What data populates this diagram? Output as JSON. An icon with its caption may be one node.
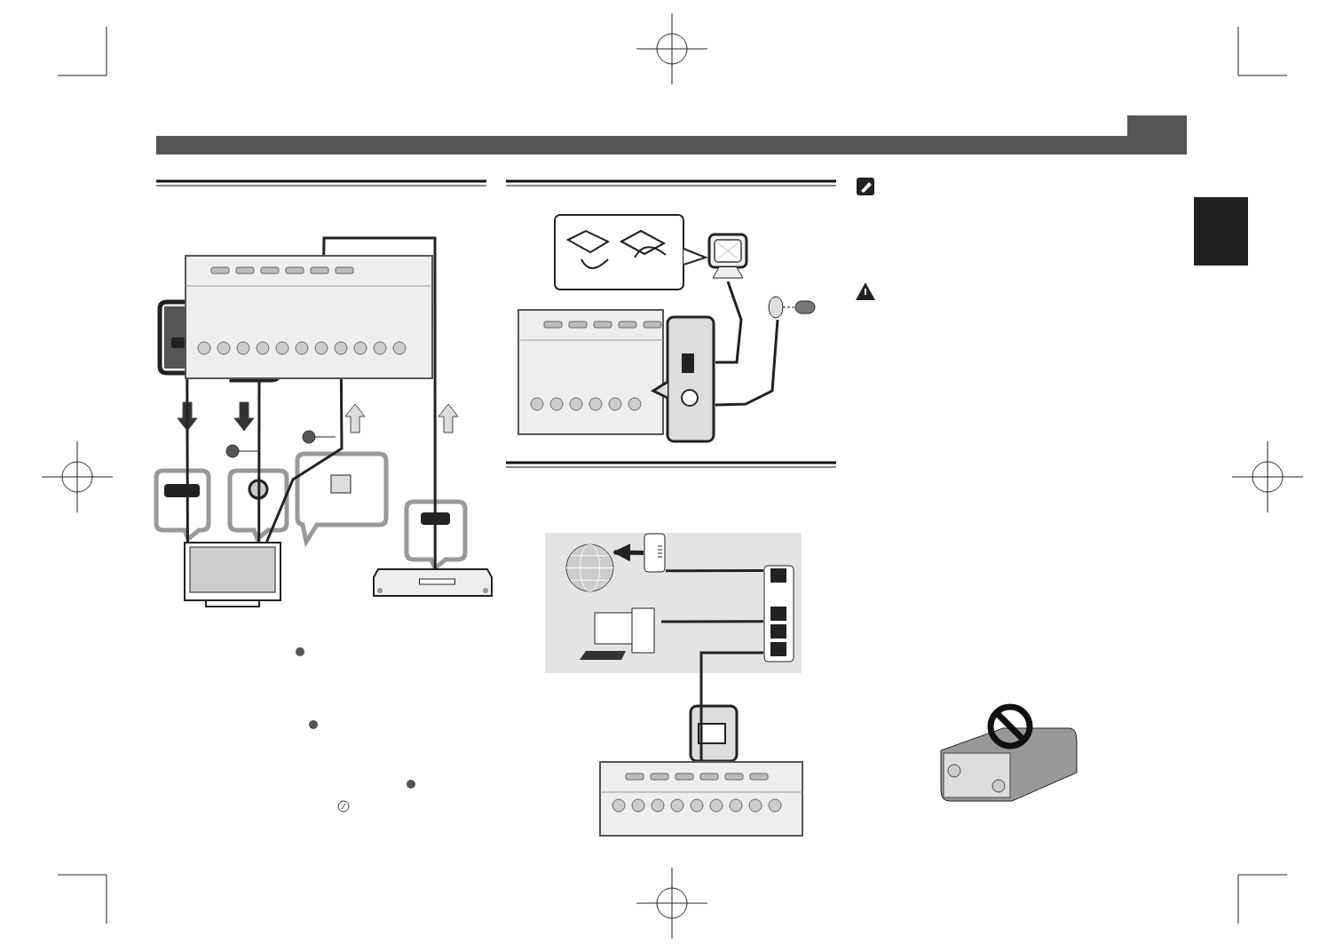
{
  "diagram": {
    "nodes": [
      {
        "text": [],
        "shape": "picture"
      },
      {
        "text": [],
        "shape": "picture"
      },
      {
        "text": [],
        "shape": "picture"
      },
      {
        "text": [],
        "shape": "picture"
      },
      {
        "text": [],
        "shape": "picture"
      },
      {
        "text": [],
        "shape": "picture"
      },
      {
        "text": [],
        "shape": "picture"
      },
      {
        "text": [],
        "shape": "picture"
      },
      {
        "text": [],
        "shape": "picture"
      },
      {
        "text": [],
        "shape": "picture"
      },
      {
        "text": [],
        "shape": "picture"
      },
      {
        "text": [],
        "shape": "picture"
      },
      {
        "text": [],
        "shape": "box"
      }
    ],
    "edges": [
      {
        "from": 0,
        "to": 1,
        "arrow": "none"
      },
      {
        "from": 0,
        "to": 1,
        "arrow": "none"
      },
      {
        "from": 1,
        "to": 0,
        "arrow": "none"
      },
      {
        "from": 2,
        "to": 0,
        "arrow": "none"
      },
      {
        "from": 3,
        "to": 4,
        "arrow": "none"
      },
      {
        "from": 5,
        "to": 4,
        "arrow": "none"
      },
      {
        "from": 7,
        "to": 6,
        "arrow": "to"
      },
      {
        "from": 7,
        "to": 9,
        "arrow": "none"
      },
      {
        "from": 8,
        "to": 9,
        "arrow": "none"
      },
      {
        "from": 10,
        "to": 9,
        "arrow": "none"
      }
    ]
  }
}
